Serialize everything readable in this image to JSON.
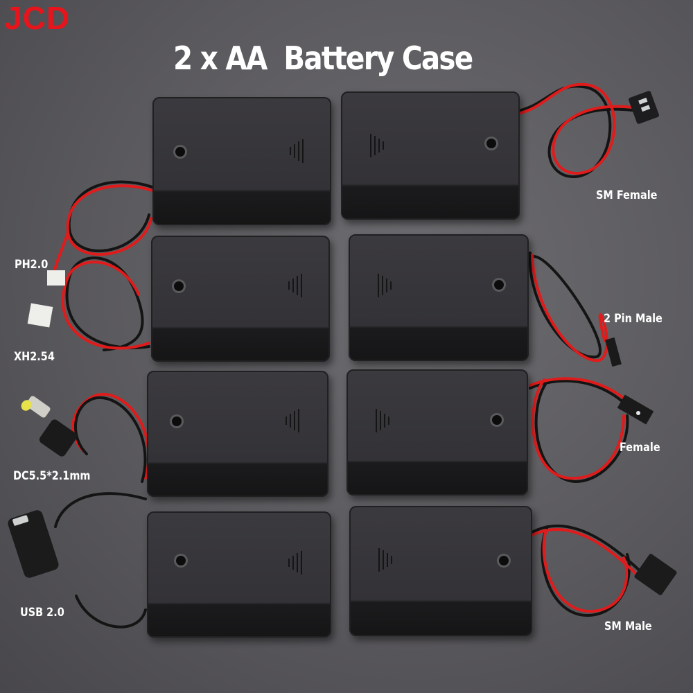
{
  "brand": {
    "name": "JCD",
    "color": "#e8141c"
  },
  "title": "2 x AA  Battery Case",
  "colors": {
    "background": "#5f5e62",
    "case": "#353438",
    "wire_red": "#e01b1b",
    "wire_black": "#141414",
    "label": "#ffffff"
  },
  "left_column": {
    "cases": 4,
    "labels": [
      {
        "text": "PH2.0"
      },
      {
        "text": "XH2.54"
      },
      {
        "text": "DC5.5*2.1mm"
      },
      {
        "text": "USB 2.0"
      }
    ]
  },
  "right_column": {
    "cases": 4,
    "labels": [
      {
        "text": "SM Female"
      },
      {
        "text": "2 Pin Male"
      },
      {
        "text": "Female"
      },
      {
        "text": "SM Male"
      }
    ]
  }
}
